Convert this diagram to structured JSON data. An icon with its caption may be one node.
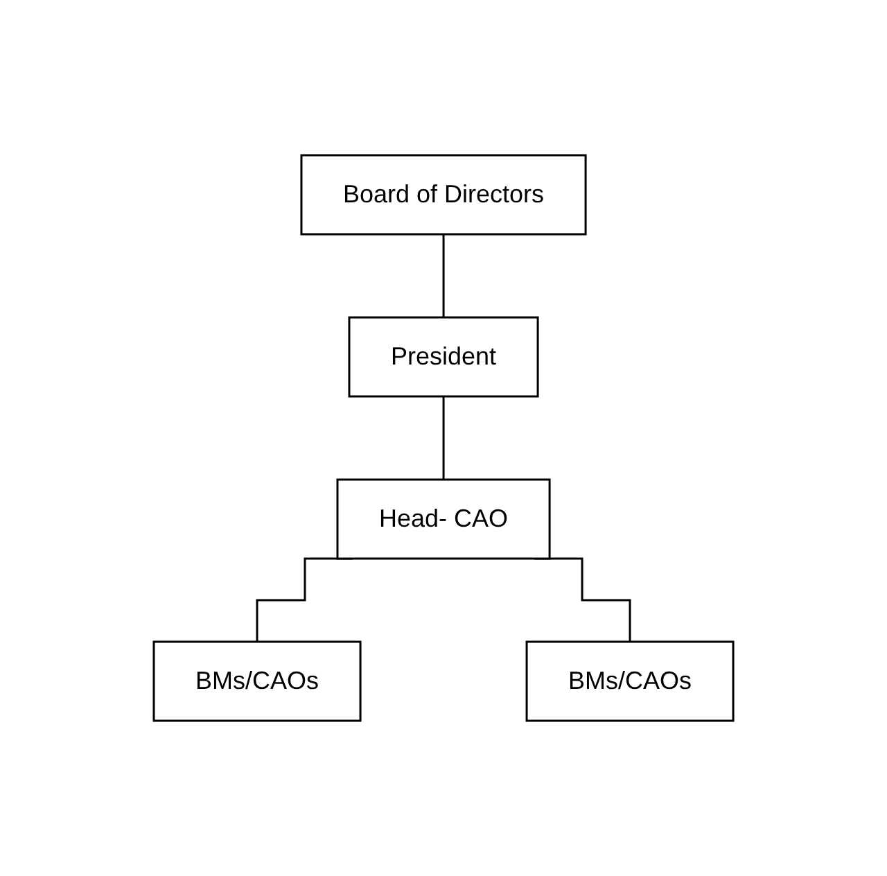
{
  "diagram": {
    "nodes": [
      {
        "text": [
          "Board of Directors"
        ]
      },
      {
        "text": [
          "President"
        ]
      },
      {
        "text": [
          "Head- CAO"
        ]
      },
      {
        "text": [
          "BMs/CAOs"
        ]
      },
      {
        "text": [
          "BMs/CAOs"
        ]
      }
    ],
    "edges": [
      {
        "from": 0,
        "to": 1,
        "arrow": "none"
      },
      {
        "from": 1,
        "to": 2,
        "arrow": "none"
      },
      {
        "from": 2,
        "to": 3,
        "arrow": "none"
      },
      {
        "from": 2,
        "to": 4,
        "arrow": "none"
      }
    ]
  }
}
